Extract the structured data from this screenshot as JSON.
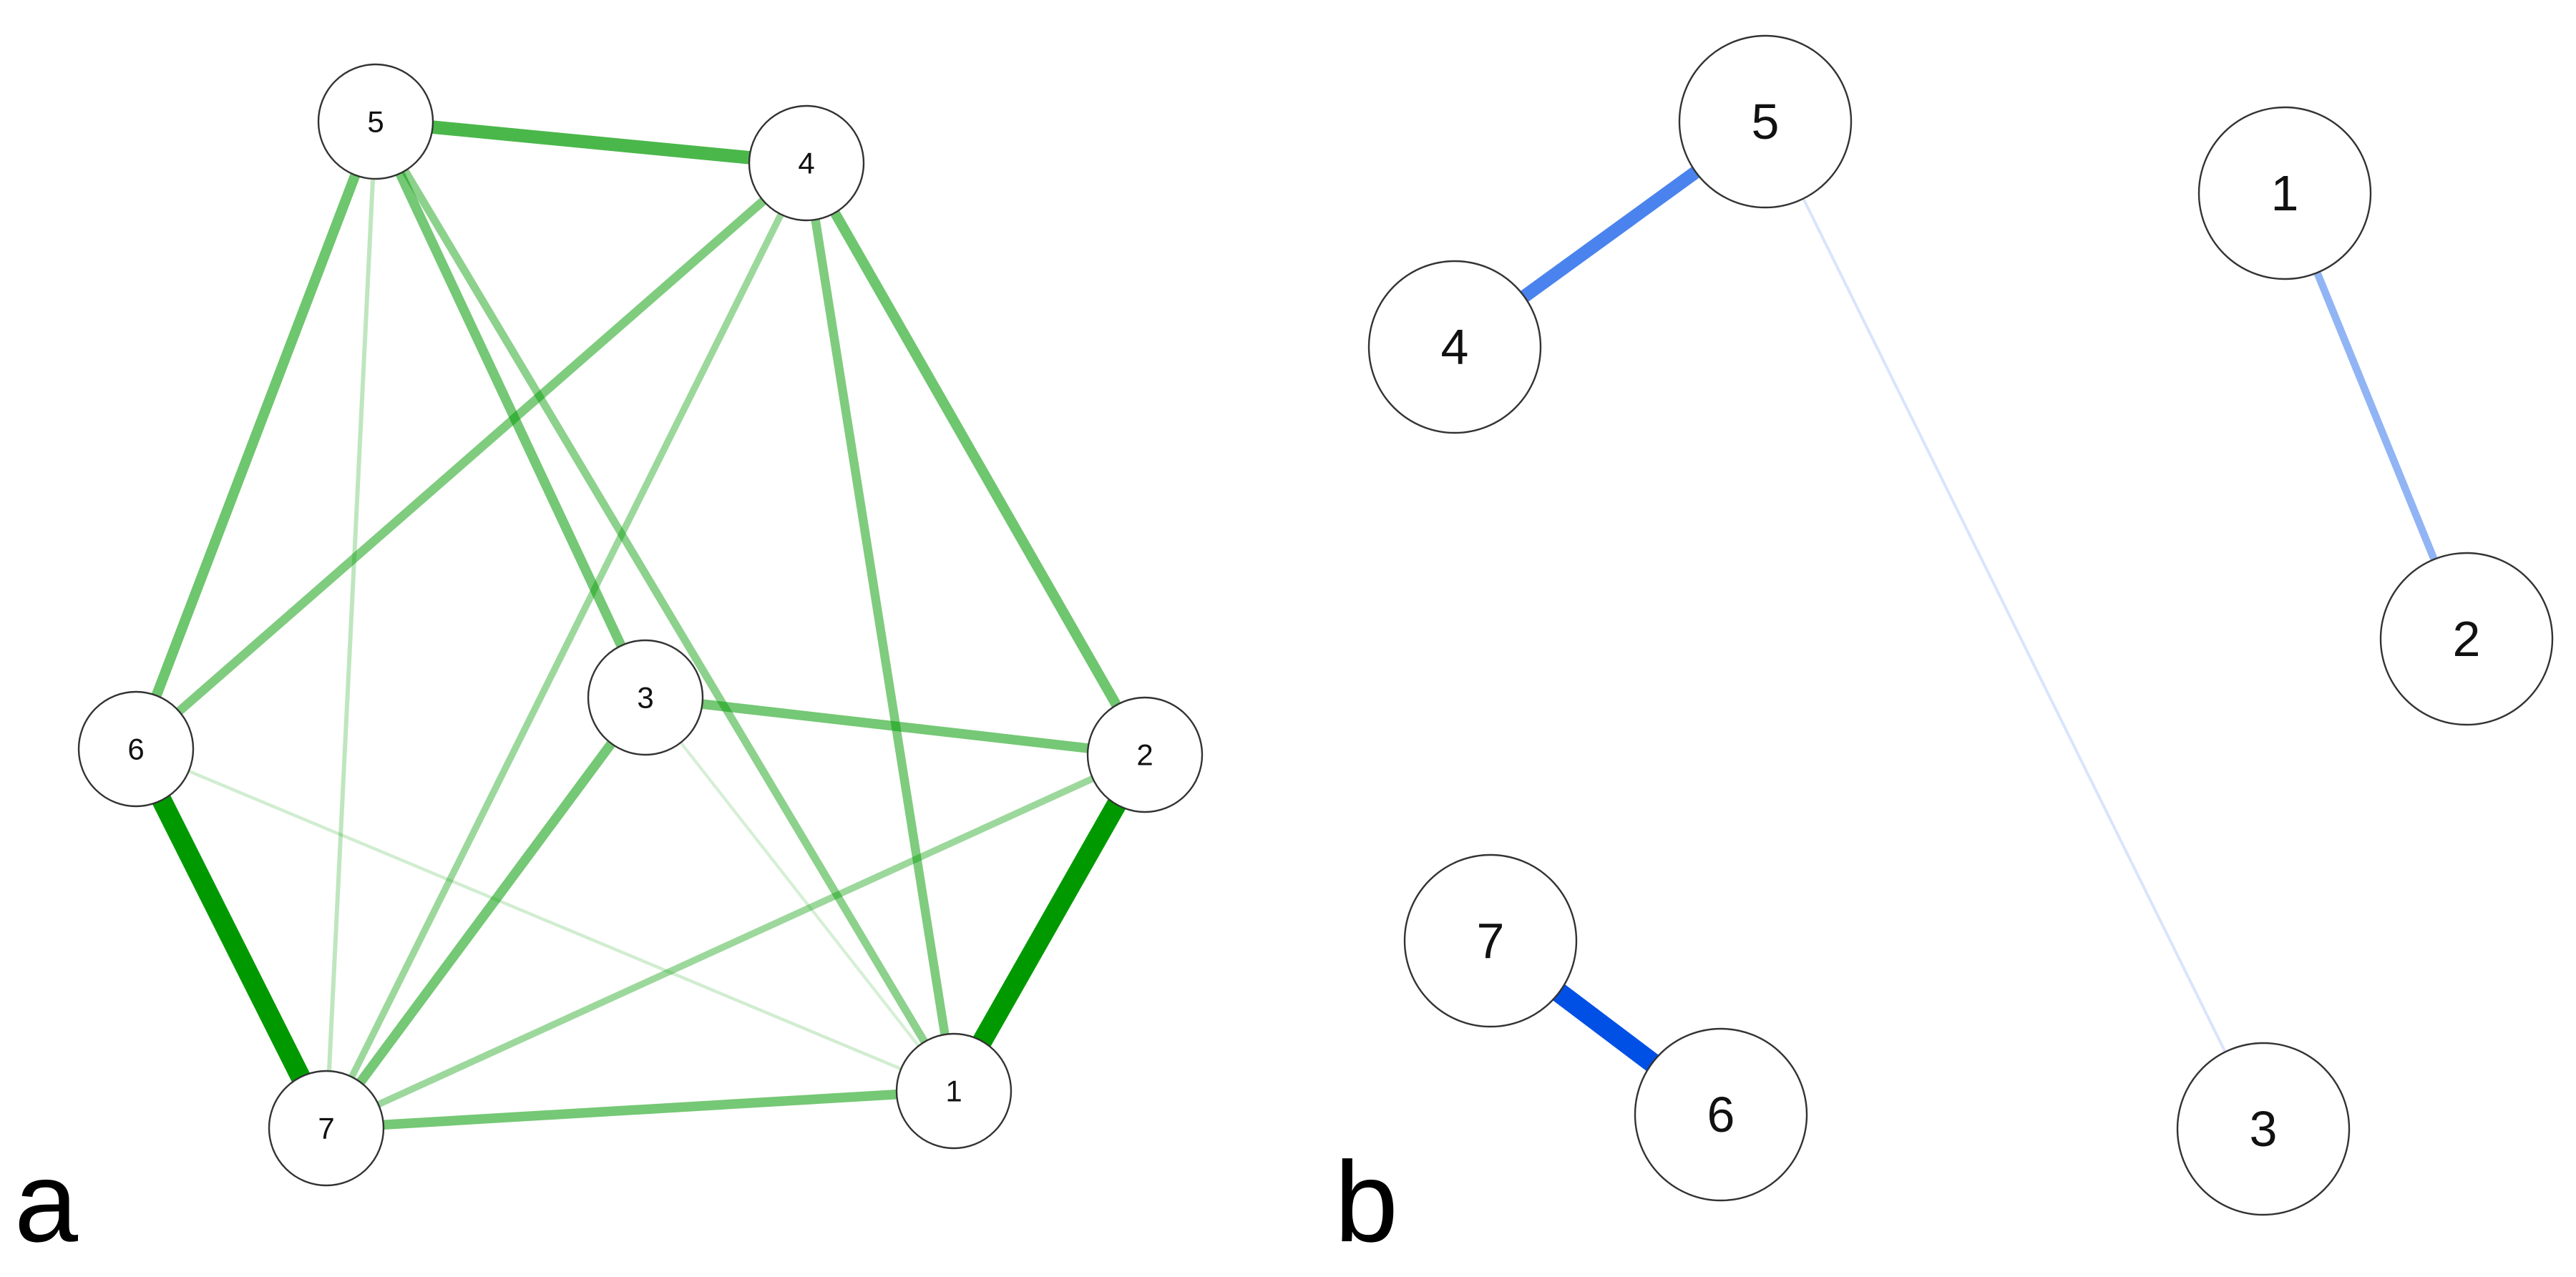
{
  "panels": [
    {
      "id": "a",
      "label": "a",
      "color": "#009a00",
      "nodes": [
        "5",
        "4",
        "6",
        "3",
        "2",
        "7",
        "1"
      ],
      "edges": [
        {
          "from": "6",
          "to": "7",
          "strength": 1.0
        },
        {
          "from": "2",
          "to": "1",
          "strength": 1.0
        },
        {
          "from": "5",
          "to": "4",
          "strength": 0.62
        },
        {
          "from": "5",
          "to": "6",
          "strength": 0.45
        },
        {
          "from": "4",
          "to": "2",
          "strength": 0.45
        },
        {
          "from": "5",
          "to": "3",
          "strength": 0.42
        },
        {
          "from": "4",
          "to": "6",
          "strength": 0.38
        },
        {
          "from": "4",
          "to": "1",
          "strength": 0.38
        },
        {
          "from": "3",
          "to": "2",
          "strength": 0.42
        },
        {
          "from": "3",
          "to": "7",
          "strength": 0.42
        },
        {
          "from": "7",
          "to": "1",
          "strength": 0.42
        },
        {
          "from": "5",
          "to": "1",
          "strength": 0.32
        },
        {
          "from": "4",
          "to": "7",
          "strength": 0.26
        },
        {
          "from": "2",
          "to": "7",
          "strength": 0.26
        },
        {
          "from": "5",
          "to": "7",
          "strength": 0.12
        },
        {
          "from": "6",
          "to": "1",
          "strength": 0.06
        },
        {
          "from": "3",
          "to": "1",
          "strength": 0.05
        }
      ]
    },
    {
      "id": "b",
      "label": "b",
      "color": "#0050e6",
      "nodes": [
        "5",
        "4",
        "1",
        "2",
        "7",
        "6",
        "3"
      ],
      "edges": [
        {
          "from": "7",
          "to": "6",
          "strength": 1.0
        },
        {
          "from": "5",
          "to": "4",
          "strength": 0.62
        },
        {
          "from": "1",
          "to": "2",
          "strength": 0.3
        },
        {
          "from": "5",
          "to": "3",
          "strength": 0.04
        }
      ]
    }
  ]
}
